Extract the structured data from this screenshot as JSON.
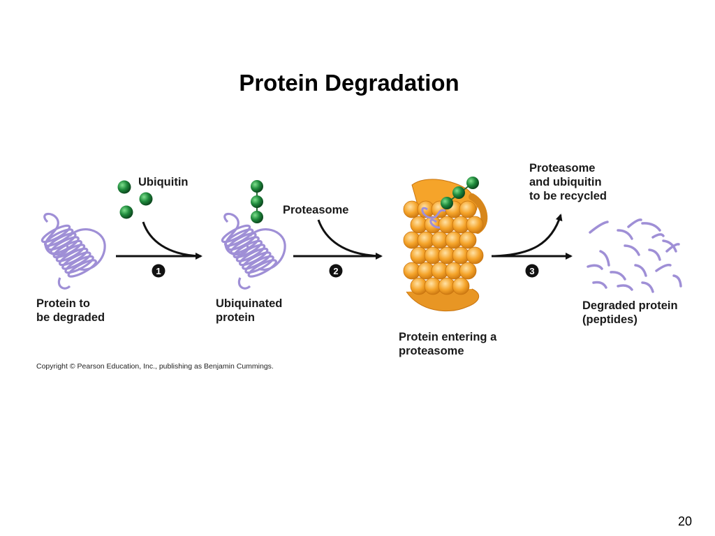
{
  "slide": {
    "title": "Protein Degradation",
    "page_number": "20"
  },
  "diagram": {
    "labels": {
      "ubiquitin": "Ubiquitin",
      "proteasome": "Proteasome",
      "recycled_line1": "Proteasome",
      "recycled_line2": "and ubiquitin",
      "recycled_line3": "to be recycled",
      "protein_to_line1": "Protein to",
      "protein_to_line2": "be degraded",
      "ubiquinated_line1": "Ubiquinated",
      "ubiquinated_line2": "protein",
      "entering_line1": "Protein entering a",
      "entering_line2": "proteasome",
      "degraded_line1": "Degraded protein",
      "degraded_line2": "(peptides)"
    },
    "steps": [
      "1",
      "2",
      "3"
    ],
    "copyright": "Copyright © Pearson Education, Inc., publishing as Benjamin Cummings."
  },
  "colors": {
    "protein": "#9f8fd6",
    "protein_dark": "#5e4b9a",
    "ubiquitin": "#1f8a3c",
    "proteasome": "#f5a42a",
    "proteasome_dark": "#d7861a"
  }
}
